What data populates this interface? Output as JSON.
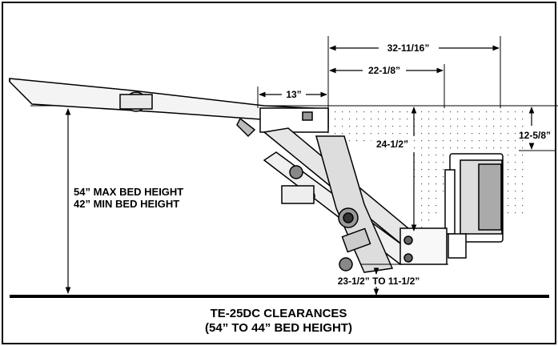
{
  "diagram": {
    "dimensions": {
      "d_32_11_16": "32-11/16”",
      "d_22_1_8": "22-1/8”",
      "d_13": "13”",
      "d_12_5_8": "12-5/8”",
      "d_24_1_2": "24-1/2”",
      "d_ground": "23-1/2” TO 11-1/2”"
    },
    "bed_height": {
      "max": "54” MAX BED HEIGHT",
      "min": "42” MIN BED HEIGHT"
    },
    "caption": {
      "line1": "TE-25DC CLEARANCES",
      "line2": "(54” TO 44” BED HEIGHT)"
    }
  }
}
